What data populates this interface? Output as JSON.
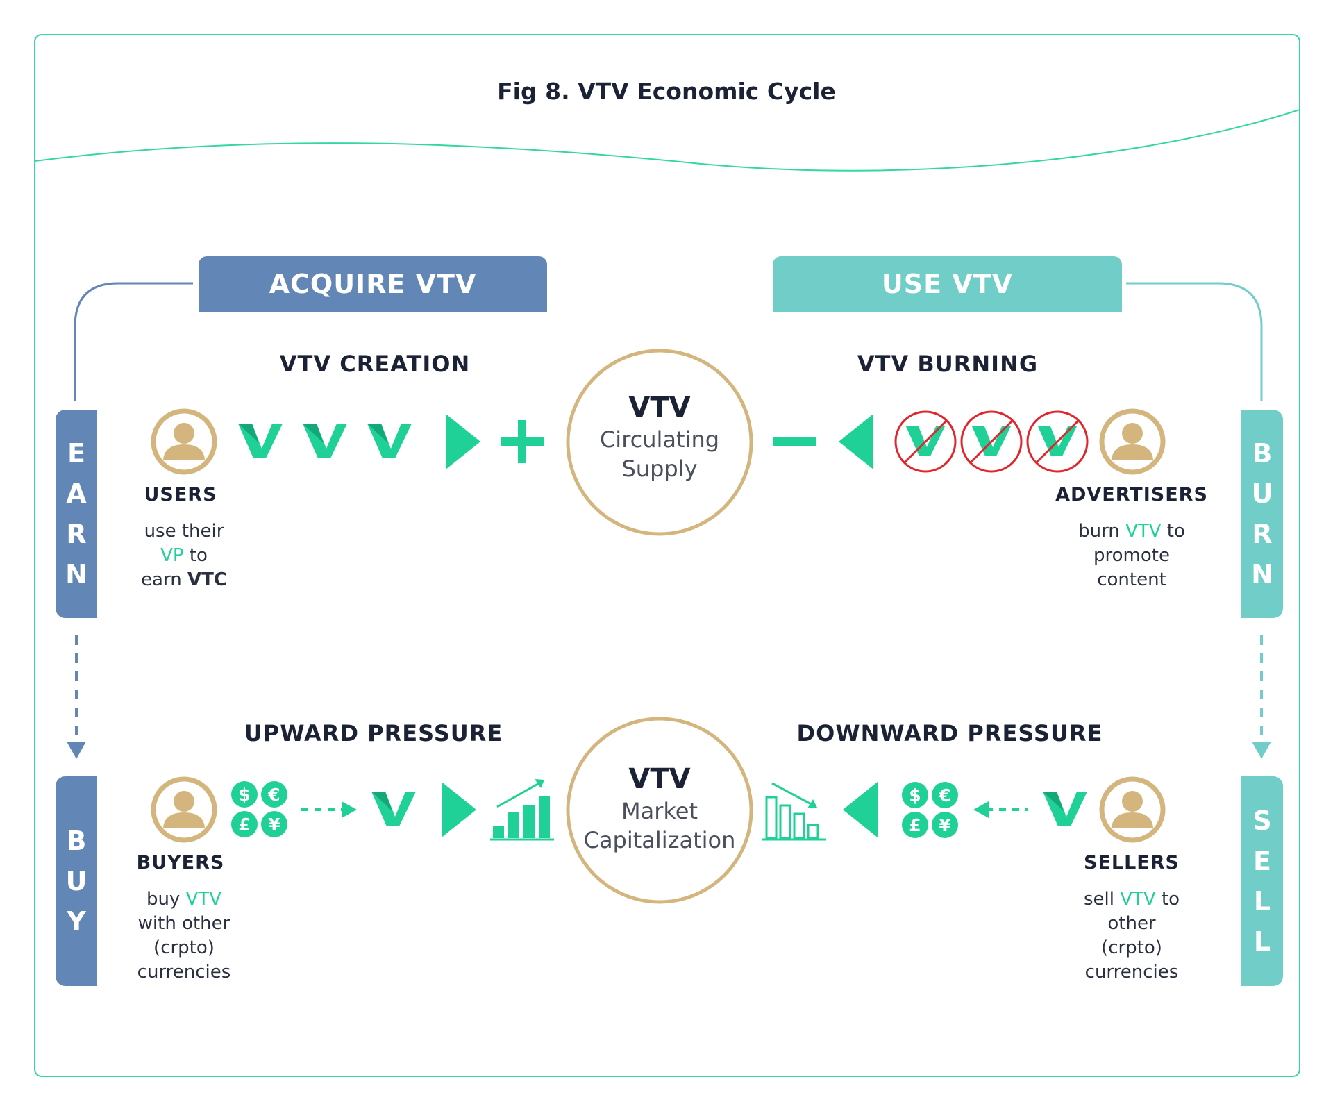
{
  "title": "Fig 8. VTV Economic Cycle",
  "colors": {
    "border": "#34d6a6",
    "acquire": "#6287b6",
    "use": "#71cdc8",
    "green": "#1fd196",
    "gold": "#d4b57e",
    "red": "#e0252d",
    "text": "#1c2236"
  },
  "banners": {
    "acquire": "ACQUIRE VTV",
    "use": "USE VTV"
  },
  "top": {
    "left_heading": "VTV CREATION",
    "right_heading": "VTV BURNING",
    "center": {
      "title": "VTV",
      "line1": "Circulating",
      "line2": "Supply"
    },
    "left_role": "USERS",
    "left_desc": {
      "l1": "use their",
      "l2a": "VP",
      "l2b": "to",
      "l3a": "earn",
      "l3b": "VTC"
    },
    "right_role": "ADVERTISERS",
    "right_desc": {
      "l1a": "burn",
      "l1b": "VTV",
      "l1c": "to",
      "l2": "promote",
      "l3": "content"
    }
  },
  "bottom": {
    "left_heading": "UPWARD PRESSURE",
    "right_heading": "DOWNWARD PRESSURE",
    "center": {
      "title": "VTV",
      "line1": "Market",
      "line2": "Capitalization"
    },
    "left_role": "BUYERS",
    "left_desc": {
      "l1a": "buy",
      "l1b": "VTV",
      "l2": "with other",
      "l3": "(crpto)",
      "l4": "currencies"
    },
    "right_role": "SELLERS",
    "right_desc": {
      "l1a": "sell",
      "l1b": "VTV",
      "l1c": "to",
      "l2": "other",
      "l3": "(crpto)",
      "l4": "currencies"
    }
  },
  "side_bars": {
    "earn": [
      "E",
      "A",
      "R",
      "N"
    ],
    "burn": [
      "B",
      "U",
      "R",
      "N"
    ],
    "buy": [
      "B",
      "U",
      "Y"
    ],
    "sell": [
      "S",
      "E",
      "L",
      "L"
    ]
  },
  "currency_symbols": [
    "$",
    "€",
    "£",
    "¥"
  ],
  "icons": [
    "user-icon",
    "vtv-logo-icon",
    "play-right-icon",
    "plus-icon",
    "minus-icon",
    "play-left-icon",
    "no-vtv-icon",
    "currency-icon",
    "chart-up-icon",
    "chart-down-icon"
  ]
}
